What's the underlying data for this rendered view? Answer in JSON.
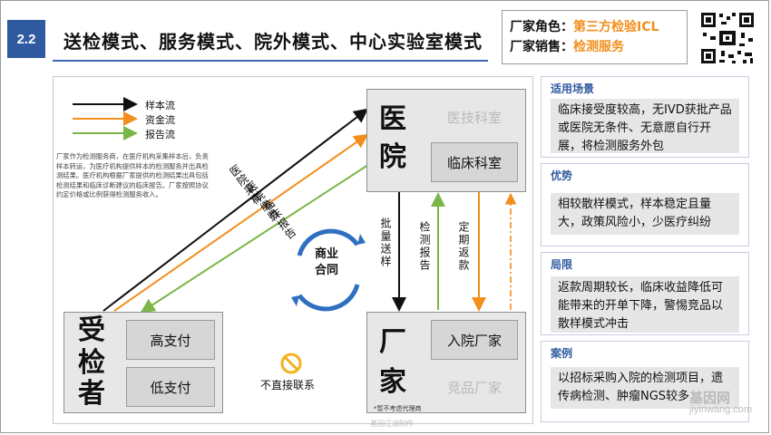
{
  "header": {
    "section_number": "2.2",
    "title": "送检模式、服务模式、院外模式、中心实验室模式",
    "role_key": "厂家角色：",
    "role_value": "第三方检验ICL",
    "sales_key": "厂家销售：",
    "sales_value": "检测服务"
  },
  "legend": {
    "items": [
      "样本流",
      "资金流",
      "报告流"
    ],
    "colors": [
      "#111111",
      "#f28e1c",
      "#7ab648"
    ]
  },
  "description": "厂家作为检测服务商，在医疗机构采集样本后，负责样本转运，为医疗机构提供样本的检测服务并出具检测结果。医疗机构根据厂家提供的检测结果出具包括检测结果和临床诊断建议的临床报告。厂家按照协议约定价格或比例获得检测服务收入。",
  "hospital": {
    "char1": "医",
    "char2": "院",
    "faint_dept": "医技科室",
    "clinical_dept": "临床科室"
  },
  "patient": {
    "char1": "受",
    "char2": "检",
    "char3": "者",
    "high_pay": "高支付",
    "low_pay": "低支付"
  },
  "vendor": {
    "char1": "厂",
    "char2": "家",
    "in_hospital": "入院厂家",
    "faint_competitor": "竞品厂家",
    "footnote": "*暂不考虑代理商"
  },
  "flows": {
    "hospital_sample": "医院采样",
    "hospital_fee": "医院缴费",
    "clinical_report": "临床报告",
    "batch_send": "批量送样",
    "test_report": "检测报告",
    "periodic_rebate": "定期返款",
    "contract_line1": "商业",
    "contract_line2": "合同",
    "no_contact": "不直接联系"
  },
  "bottom_note": "基因江湖制作",
  "panels": [
    {
      "title": "适用场景",
      "body": "临床接受度较高，无IVD获批产品或医院无条件、无意愿自行开展，将检测服务外包"
    },
    {
      "title": "优势",
      "body": "相较散样模式，样本稳定且量大，政策风险小，少医疗纠纷"
    },
    {
      "title": "局限",
      "body": "返款周期较长，临床收益降低可能带来的开单下降，警惕竞品以散样模式冲击"
    },
    {
      "title": "案例",
      "body": "以招标采购入院的检测项目，遗传病检测、肿瘤NGS较多"
    }
  ],
  "watermark": {
    "site_name": "基因网",
    "site_url": "jiyinwang.com"
  }
}
